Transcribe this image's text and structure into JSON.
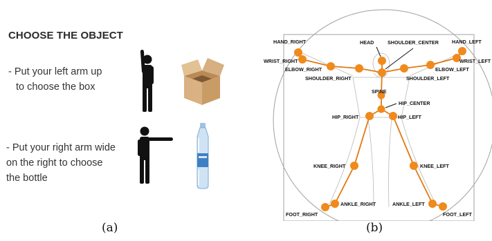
{
  "panel_a": {
    "title": "CHOOSE THE OBJECT",
    "instruction_1": [
      "- Put your left arm up",
      "to choose the box"
    ],
    "instruction_2": [
      "- Put your right arm wide",
      "on the right to choose",
      "the bottle"
    ],
    "caption": "(a)"
  },
  "panel_b": {
    "caption": "(b)",
    "joints": {
      "hand_right": "HAND_RIGHT",
      "head": "HEAD",
      "shoulder_center": "SHOULDER_CENTER",
      "hand_left": "HAND_LEFT",
      "wrist_right": "WRIST_RIGHT",
      "wrist_left": "WRIST_LEFT",
      "elbow_right": "ELBOW_RIGHT",
      "elbow_left": "ELBOW_LEFT",
      "shoulder_right": "SHOULDER_RIGHT",
      "shoulder_left": "SHOULDER_LEFT",
      "spine": "SPINE",
      "hip_center": "HIP_CENTER",
      "hip_right": "HIP_RIGHT",
      "hip_left": "HIP_LEFT",
      "knee_right": "KNEE_RIGHT",
      "knee_left": "KNEE_LEFT",
      "ankle_right": "ANKLE_RIGHT",
      "ankle_left": "ANKLE_LEFT",
      "foot_right": "FOOT_RIGHT",
      "foot_left": "FOOT_LEFT"
    },
    "colors": {
      "joint": "#f08a1c",
      "bone": "#e07a10",
      "frame": "#9a9a9a"
    }
  }
}
